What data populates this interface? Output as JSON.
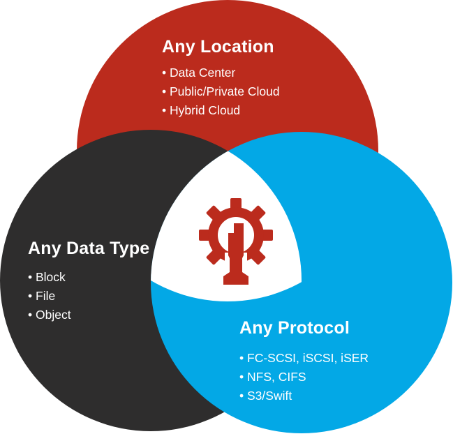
{
  "colors": {
    "location": "#BB2B1D",
    "data_type": "#2E2D2D",
    "protocol": "#03A8E6",
    "center": "#FFFFFF",
    "logo": "#BB2B1D"
  },
  "circles": {
    "location": {
      "title": "Any Location",
      "items": [
        "Data Center",
        "Public/Private Cloud",
        "Hybrid Cloud"
      ]
    },
    "data_type": {
      "title": "Any Data Type",
      "items": [
        "Block",
        "File",
        "Object"
      ]
    },
    "protocol": {
      "title": "Any Protocol",
      "items": [
        "FC-SCSI, iSCSI, iSER",
        "NFS, CIFS",
        "S3/Swift"
      ]
    }
  },
  "center": {
    "logo_icon": "gear-with-pedestal-logo"
  }
}
